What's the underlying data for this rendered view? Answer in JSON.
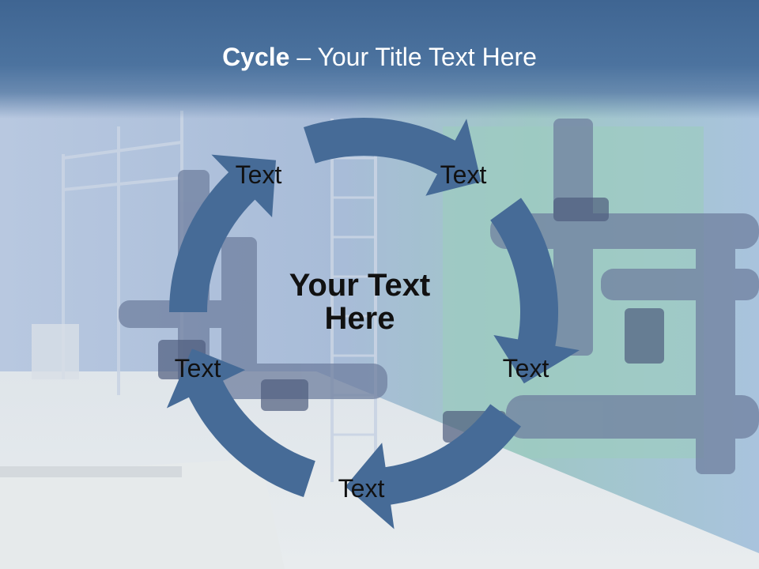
{
  "title": {
    "bold": "Cycle",
    "rest": " – Your Title Text Here"
  },
  "center_text": {
    "line1": "Your Text",
    "line2": "Here"
  },
  "nodes": [
    {
      "label": "Text"
    },
    {
      "label": "Text"
    },
    {
      "label": "Text"
    },
    {
      "label": "Text"
    },
    {
      "label": "Text"
    }
  ],
  "colors": {
    "arrow": "#466b97",
    "title_bar": "#446b99",
    "title_text": "#ffffff",
    "label_text": "#111111"
  }
}
